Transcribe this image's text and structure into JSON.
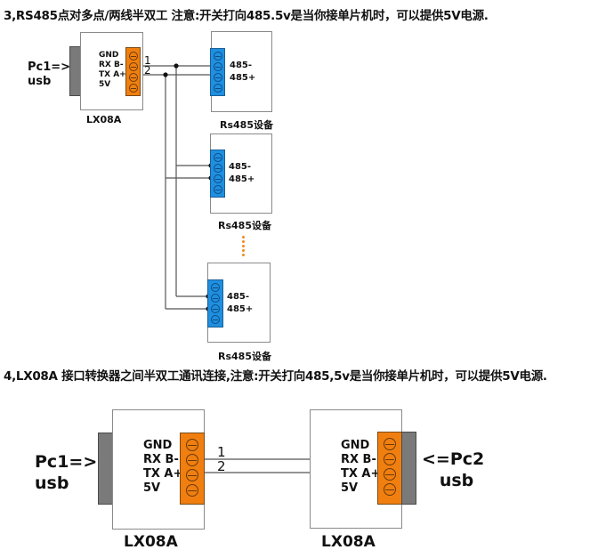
{
  "section3": {
    "title": "3,RS485点对多点/两线半双工 注意:开关打向485.5v是当你接单片机时，可以提供5V电源.",
    "host": {
      "pc_label": "Pc1=>\nusb",
      "device_label": "LX08A",
      "pins": "GND\nRX B-\nTX A+\n5V",
      "terminal_color": "#f07f10"
    },
    "wire_numbers": [
      "1",
      "2"
    ],
    "devices": [
      {
        "pins": "485-\n485+",
        "label": "Rs485设备",
        "terminal_color": "#1f8fe0"
      },
      {
        "pins": "485-\n485+",
        "label": "Rs485设备",
        "terminal_color": "#1f8fe0"
      },
      {
        "pins": "485-\n485+",
        "label": "Rs485设备",
        "terminal_color": "#1f8fe0"
      }
    ],
    "ellipsis_color": "#f08a1c"
  },
  "section4": {
    "title": "4,LX08A   接口转换器之间半双工通讯连接,注意:开关打向485,5v是当你接单片机时，可以提供5V电源.",
    "left": {
      "pc_label": "Pc1=>\nusb",
      "device_label": "LX08A",
      "pins": "GND\nRX B-\nTX A+\n5V"
    },
    "right": {
      "pc_label": "<=Pc2\n   usb",
      "device_label": "LX08A",
      "pins": "GND\nRX B-\nTX A+\n5V"
    },
    "wire_numbers": [
      "1",
      "2"
    ]
  }
}
